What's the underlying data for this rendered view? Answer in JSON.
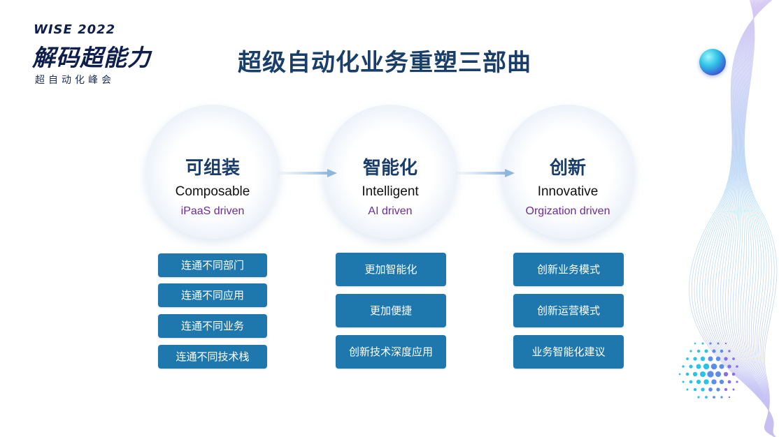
{
  "logo": {
    "line1": "WISE 2022",
    "line2": "解码超能力",
    "line3": "超自动化峰会"
  },
  "title": "超级自动化业务重塑三部曲",
  "stages": [
    {
      "zh": "可组装",
      "en": "Composable",
      "sub": "iPaaS driven",
      "items": [
        "连通不同部门",
        "连通不同应用",
        "连通不同业务",
        "连通不同技术栈"
      ]
    },
    {
      "zh": "智能化",
      "en": "Intelligent",
      "sub": "AI driven",
      "items": [
        "更加智能化",
        "更加便捷",
        "创新技术深度应用"
      ]
    },
    {
      "zh": "创新",
      "en": "Innovative",
      "sub": "Orgization driven",
      "items": [
        "创新业务模式",
        "创新运营模式",
        "业务智能化建议"
      ]
    }
  ],
  "colors": {
    "title": "#1a3e6a",
    "box": "#1f78ad",
    "subtitle": "#6a2c9c",
    "logo": "#0f1f4d"
  },
  "icons": [
    "gradient-sphere-icon",
    "dot-cluster-logo-icon",
    "arrow-right-icon"
  ]
}
